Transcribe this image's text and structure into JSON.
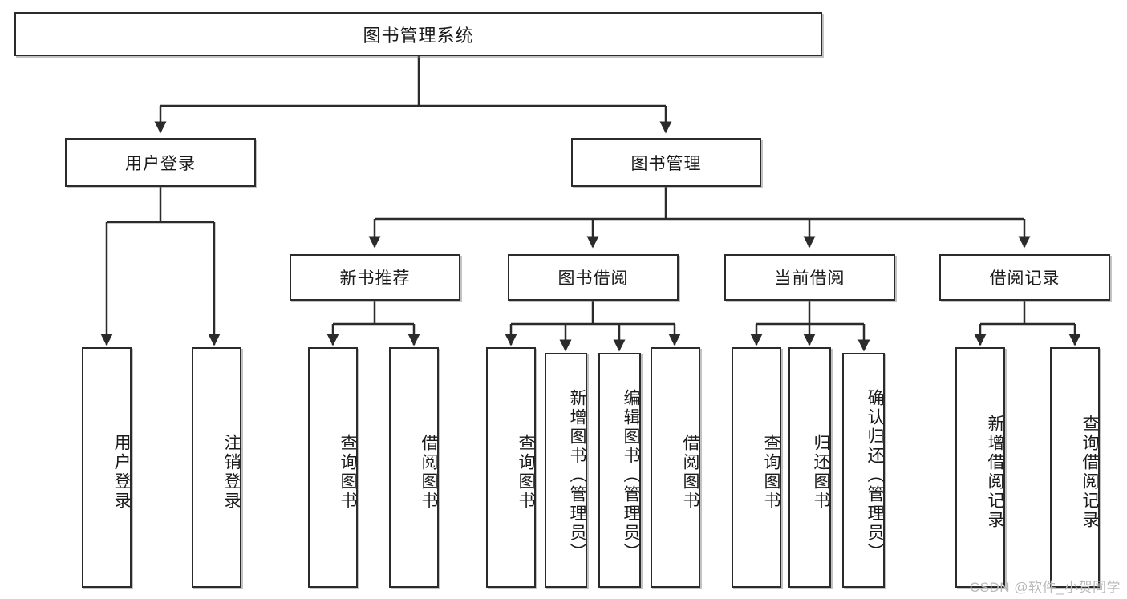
{
  "diagram": {
    "type": "tree-hierarchy",
    "title": "图书管理系统",
    "root": {
      "label": "图书管理系统"
    },
    "level2": [
      {
        "id": "user-login",
        "label": "用户登录"
      },
      {
        "id": "book-manage",
        "label": "图书管理"
      }
    ],
    "level3": [
      {
        "id": "new-book-rec",
        "label": "新书推荐",
        "parent": "book-manage"
      },
      {
        "id": "book-borrow",
        "label": "图书借阅",
        "parent": "book-manage"
      },
      {
        "id": "current-borrow",
        "label": "当前借阅",
        "parent": "book-manage"
      },
      {
        "id": "borrow-record",
        "label": "借阅记录",
        "parent": "book-manage"
      }
    ],
    "leaves": [
      {
        "id": "leaf-user-login",
        "label": "用户登录",
        "parent": "user-login"
      },
      {
        "id": "leaf-logout",
        "label": "注销登录",
        "parent": "user-login"
      },
      {
        "id": "leaf-query-book-1",
        "label": "查询图书",
        "parent": "new-book-rec"
      },
      {
        "id": "leaf-borrow-book-1",
        "label": "借阅图书",
        "parent": "new-book-rec"
      },
      {
        "id": "leaf-query-book-2",
        "label": "查询图书",
        "parent": "book-borrow"
      },
      {
        "id": "leaf-add-book",
        "label": "新增图书（管理员）",
        "parent": "book-borrow"
      },
      {
        "id": "leaf-edit-book",
        "label": "编辑图书（管理员）",
        "parent": "book-borrow"
      },
      {
        "id": "leaf-borrow-book-2",
        "label": "借阅图书",
        "parent": "book-borrow"
      },
      {
        "id": "leaf-query-book-3",
        "label": "查询图书",
        "parent": "current-borrow"
      },
      {
        "id": "leaf-return-book",
        "label": "归还图书",
        "parent": "current-borrow"
      },
      {
        "id": "leaf-confirm-return",
        "label": "确认归还（管理员）",
        "parent": "current-borrow"
      },
      {
        "id": "leaf-add-record",
        "label": "新增借阅记录",
        "parent": "borrow-record"
      },
      {
        "id": "leaf-query-record",
        "label": "查询借阅记录",
        "parent": "borrow-record"
      }
    ],
    "colors": {
      "border": "#2b2b2b",
      "background": "#ffffff",
      "text": "#1a1a1a",
      "connector": "#2b2b2b",
      "watermark": "#b9b9b9"
    }
  },
  "watermark": {
    "text": "CSDN @软件_小贺同学"
  }
}
